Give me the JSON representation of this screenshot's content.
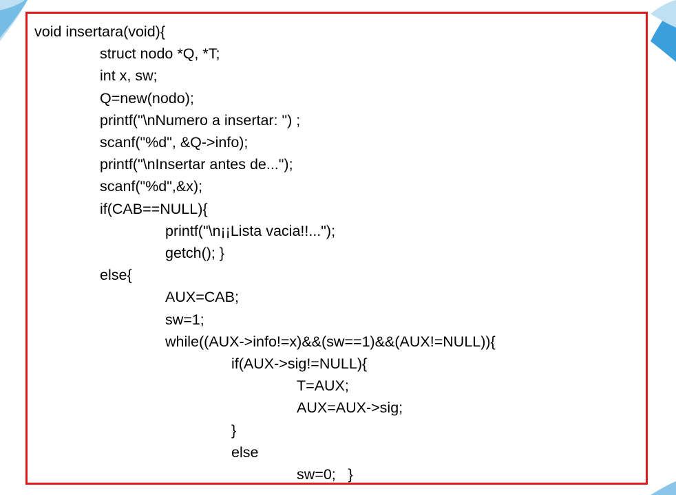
{
  "colors": {
    "border": "#e11b1b",
    "swoosh_blue": "#3aa0dc",
    "swoosh_light": "#bfe0f2"
  },
  "code_lines": [
    {
      "indent": 0,
      "text": "void insertara(void){"
    },
    {
      "indent": 1,
      "text": "struct nodo *Q, *T;"
    },
    {
      "indent": 1,
      "text": "int x, sw;"
    },
    {
      "indent": 1,
      "text": "Q=new(nodo);"
    },
    {
      "indent": 1,
      "text": "printf(\"\\nNumero a insertar: \") ;"
    },
    {
      "indent": 1,
      "text": "scanf(\"%d\", &Q->info);"
    },
    {
      "indent": 1,
      "text": "printf(\"\\nInsertar antes de...\");"
    },
    {
      "indent": 1,
      "text": "scanf(\"%d\",&x);"
    },
    {
      "indent": 1,
      "text": "if(CAB==NULL){"
    },
    {
      "indent": 2,
      "text": "printf(\"\\n¡¡Lista vacia!!...\");"
    },
    {
      "indent": 2,
      "text": "getch(); }"
    },
    {
      "indent": 1,
      "text": "else{"
    },
    {
      "indent": 2,
      "text": "AUX=CAB;"
    },
    {
      "indent": 2,
      "text": "sw=1;"
    },
    {
      "indent": 2,
      "text": "while((AUX->info!=x)&&(sw==1)&&(AUX!=NULL)){"
    },
    {
      "indent": 3,
      "text": "if(AUX->sig!=NULL){"
    },
    {
      "indent": 4,
      "text": "T=AUX;"
    },
    {
      "indent": 4,
      "text": "AUX=AUX->sig;"
    },
    {
      "indent": 3,
      "text": "}"
    },
    {
      "indent": 3,
      "text": "else"
    },
    {
      "indent": 4,
      "text": "sw=0;   }"
    }
  ]
}
